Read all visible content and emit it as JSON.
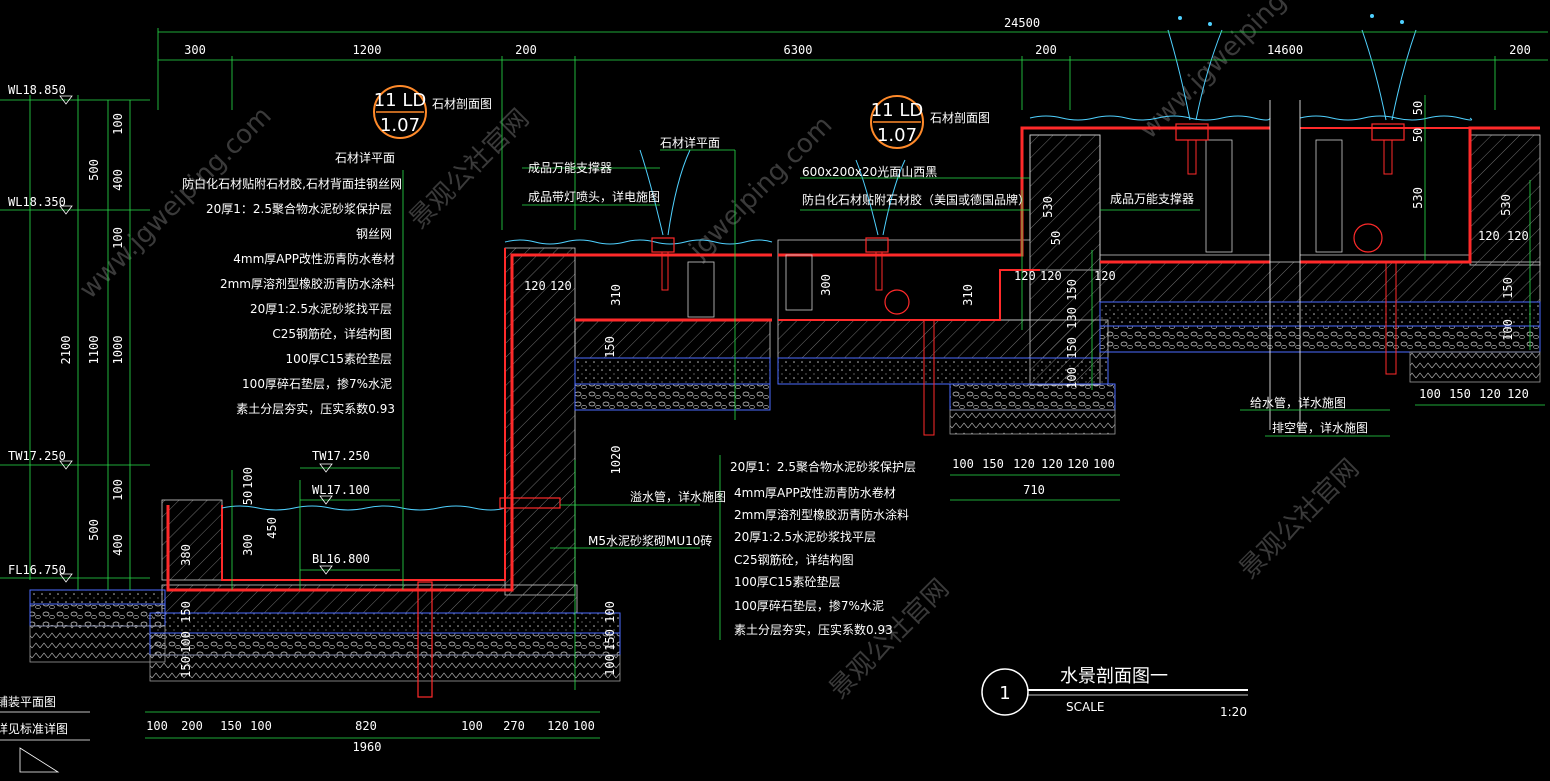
{
  "dimensions_top": {
    "overall": "24500",
    "segments": [
      "300",
      "1200",
      "200",
      "6300",
      "200",
      "14600",
      "200"
    ]
  },
  "elevations_left": {
    "wl_top": "WL18.850",
    "wl_mid": "WL18.350",
    "tw_left": "TW17.250",
    "fl": "FL16.750"
  },
  "dims_left": {
    "outer": [
      "500",
      "2100",
      "500"
    ],
    "mid": [
      "1100"
    ],
    "inner": [
      "100",
      "400",
      "100",
      "1000",
      "100",
      "400"
    ]
  },
  "pool_left": {
    "tw": "TW17.250",
    "wl": "WL17.100",
    "bl": "BL16.800",
    "dims": [
      "50",
      "100",
      "450",
      "300",
      "380",
      "150",
      "100",
      "150",
      "100",
      "1020",
      "150",
      "100",
      "310",
      "150",
      "300",
      "310"
    ]
  },
  "callouts": {
    "c1": {
      "top": "11 LD",
      "bottom": "1.07",
      "label": "石材剖面图"
    },
    "c2": {
      "top": "11 LD",
      "bottom": "1.07",
      "label": "石材剖面图"
    }
  },
  "layers_left": [
    "石材详平面",
    "防白化石材贴附石材胶,石材背面挂钢丝网",
    "20厚1：2.5聚合物水泥砂浆保护层",
    "钢丝网",
    "4mm厚APP改性沥青防水卷材",
    "2mm厚溶剂型橡胶沥青防水涂料",
    "20厚1:2.5水泥砂浆找平层",
    "C25钢筋砼，详结构图",
    "100厚C15素砼垫层",
    "100厚碎石垫层，掺7%水泥",
    "素土分层夯实，压实系数0.93"
  ],
  "labels_mid": {
    "stone_plan": "石材详平面",
    "support": "成品万能支撑器",
    "lamp": "成品带灯喷头，详电施图",
    "stone_spec": "600x200x20光面山西黑",
    "glue": "防白化石材贴附石材胶（美国或德国品牌）",
    "support2": "成品万能支撑器",
    "overflow": "溢水管，详水施图",
    "brick": "M5水泥砂浆砌MU10砖",
    "supply": "给水管，详水施图",
    "drain": "排空管，详水施图"
  },
  "layers_mid": [
    "20厚1：2.5聚合物水泥砂浆保护层",
    "4mm厚APP改性沥青防水卷材",
    "2mm厚溶剂型橡胶沥青防水涂料",
    "20厚1:2.5水泥砂浆找平层",
    "C25钢筋砼，详结构图",
    "100厚C15素砼垫层",
    "100厚碎石垫层，掺7%水泥",
    "素土分层夯实，压实系数0.93"
  ],
  "dims_bottom_left": [
    "100",
    "200",
    "150",
    "100",
    "820",
    "100",
    "270",
    "120",
    "100"
  ],
  "dims_bottom_left_total": "1960",
  "dims_bottom_mid": [
    "100",
    "150",
    "120",
    "120",
    "120",
    "100"
  ],
  "dims_bottom_mid_total": "710",
  "dims_bottom_right": [
    "100",
    "150",
    "120",
    "120"
  ],
  "dims_right_col": [
    "50",
    "530",
    "530",
    "50",
    "530",
    "120",
    "120",
    "120",
    "120",
    "150",
    "130",
    "150",
    "100",
    "150",
    "100"
  ],
  "small_dims": [
    "120",
    "120",
    "120",
    "120",
    "120",
    "120"
  ],
  "left_edge": [
    "铺装平面图",
    "详见标准详图"
  ],
  "title": {
    "number": "1",
    "name": "水景剖面图一",
    "scale_label": "SCALE",
    "scale": "1:20"
  },
  "watermarks": [
    "jgweiping.com",
    "www.jgweiping.com",
    "景观公社官网",
    "景观公社官网",
    "景观公社官网",
    "www.jgweiping.com"
  ]
}
